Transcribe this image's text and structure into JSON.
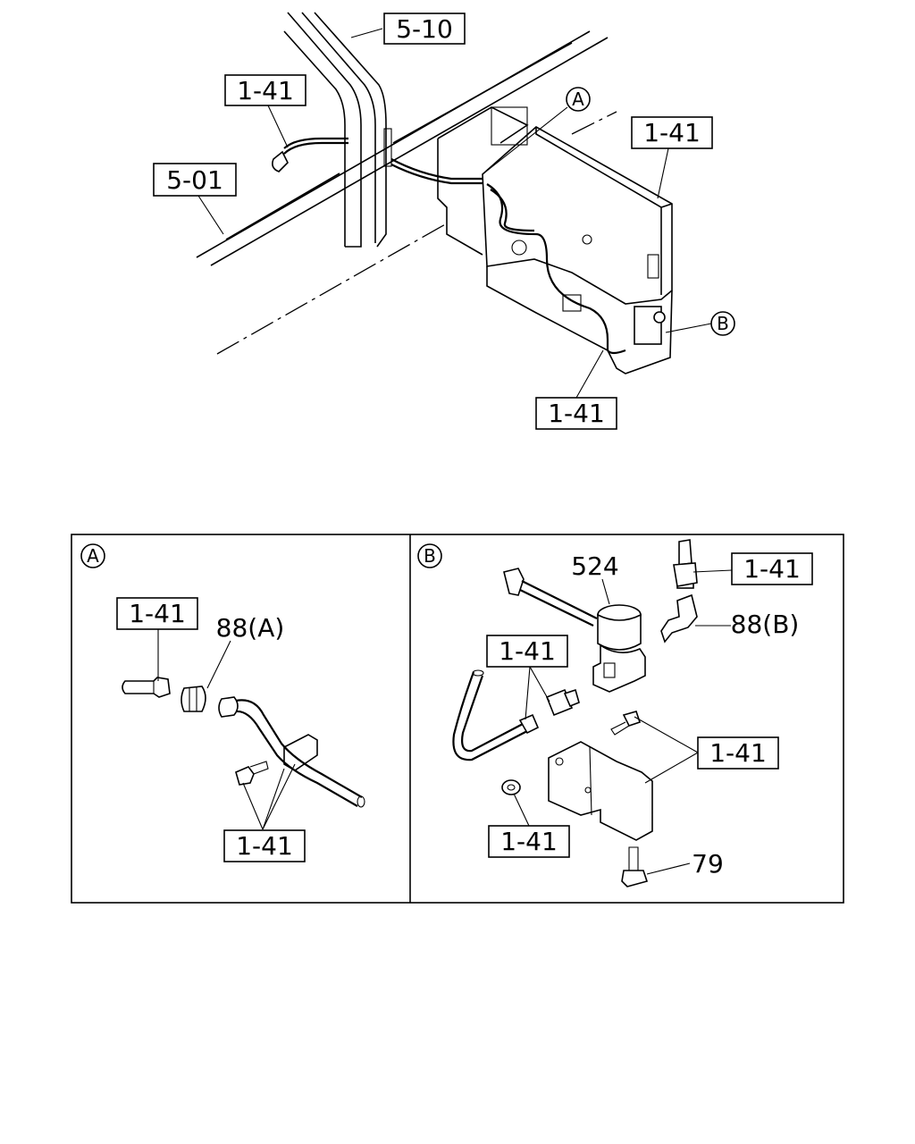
{
  "main_view": {
    "callouts": {
      "part_5_10": "5-10",
      "part_1_41_left": "1-41",
      "part_5_01": "5-01",
      "part_1_41_right": "1-41",
      "part_1_41_bottom": "1-41"
    },
    "detail_markers": {
      "a": "A",
      "b": "B"
    }
  },
  "detail_a": {
    "marker": "A",
    "labels": {
      "part_1_41_top": "1-41",
      "part_88a": "88(A)",
      "part_1_41_bottom": "1-41"
    }
  },
  "detail_b": {
    "marker": "B",
    "labels": {
      "part_524": "524",
      "part_1_41_top": "1-41",
      "part_88b": "88(B)",
      "part_1_41_left": "1-41",
      "part_1_41_right": "1-41",
      "part_1_41_bottom": "1-41",
      "part_79": "79"
    }
  }
}
